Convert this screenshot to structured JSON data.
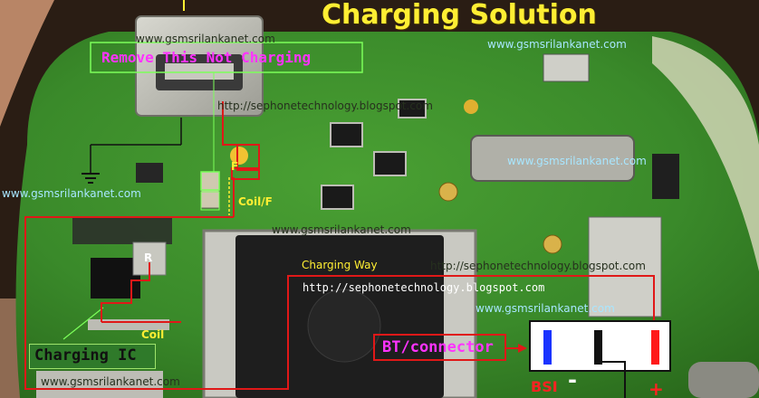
{
  "title": "Charging Solution",
  "labels": {
    "remove": "Remove This Not Charging",
    "fuse": "F",
    "coil_fuse": "Coil/F",
    "resistor": "R",
    "coil": "Coil",
    "charging_way": "Charging Way",
    "charging_ic": "Charging IC",
    "bt_connector": "BT/connector",
    "bsi": "BSI",
    "minus": "-",
    "plus": "+"
  },
  "watermarks": {
    "gsm_1": "www.gsmsrilankanet.com",
    "gsm_2": "www.gsmsrilankanet.com",
    "gsm_3": "www.gsmsrilankanet.com",
    "gsm_4": "www.gsmsrilankanet.com",
    "gsm_5": "www.gsmsrilankanet.com",
    "gsm_6": "www.gsmsrilankanet.com",
    "gsm_7": "www.gsmsrilankanet.com",
    "blog_1": "http://sephonetechnology.blogspot.com",
    "blog_2": "http://sephonetechnology.blogspot.com",
    "blog_3": "http://sephonetechnology.blogspot.com"
  },
  "colors": {
    "pcb": "#3c8c2c",
    "trace": "#e01818",
    "title": "#ffee33",
    "magenta": "#ff33ff",
    "battery_plus": "#ff1a1a",
    "battery_minus": "#111111",
    "battery_bsi": "#1a33ff"
  }
}
